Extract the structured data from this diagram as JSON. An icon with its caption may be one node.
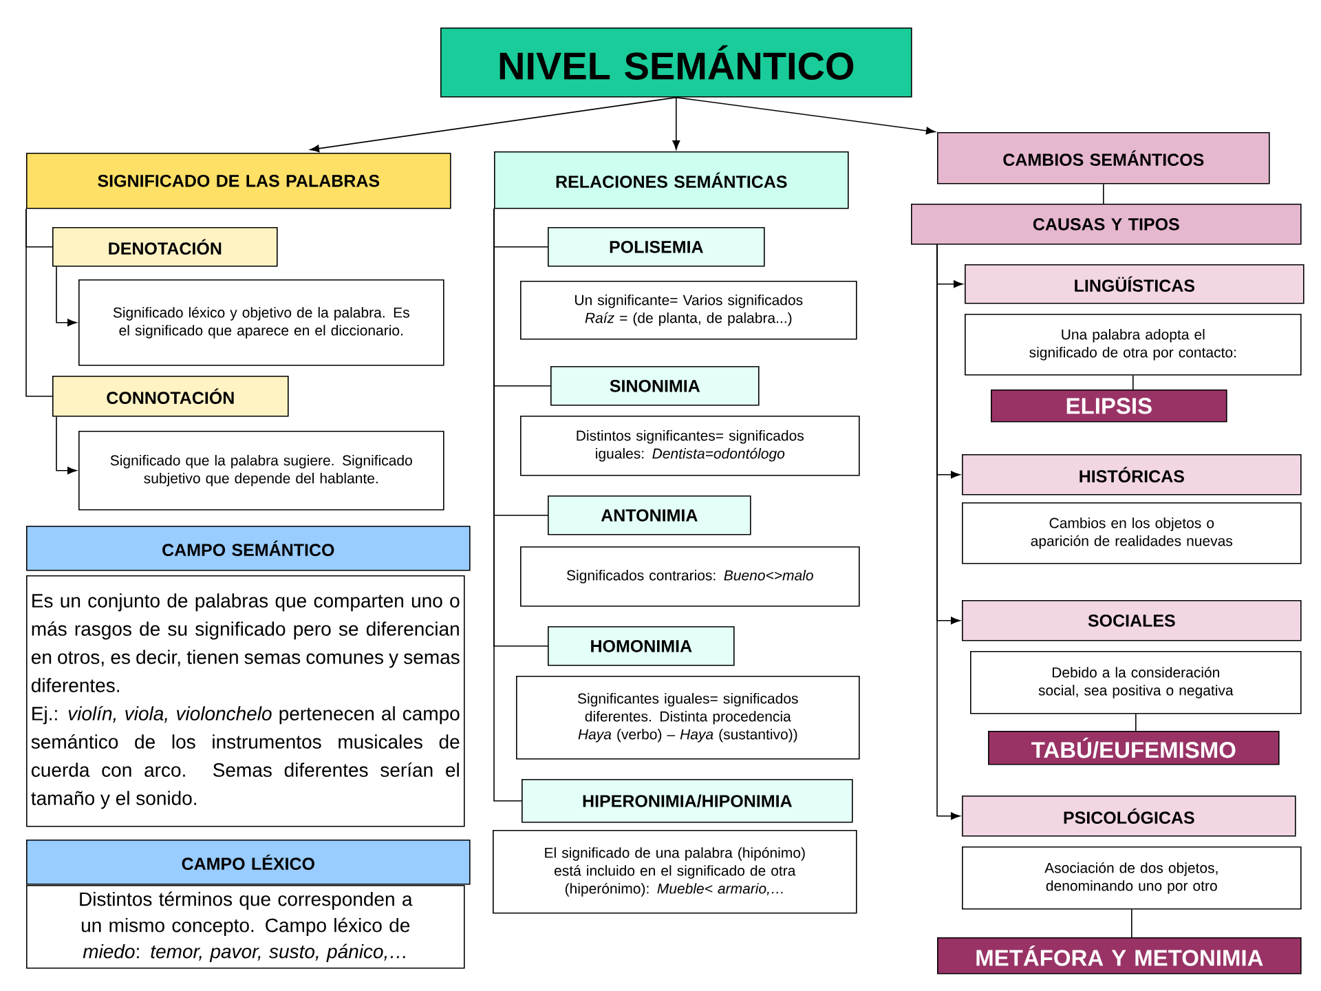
{
  "diagram": {
    "nodes": [
      {
        "text": [
          "NIVEL SEMÁNTICO"
        ]
      },
      {
        "text": [
          "SIGNIFICADO DE LAS PALABRAS"
        ]
      },
      {
        "text": [
          "DENOTACIÓN"
        ]
      },
      {
        "text": [
          "Significado léxico y objetivo de la palabra. Es el significado que aparece en el diccionario."
        ]
      },
      {
        "text": [
          "CONNOTACIÓN"
        ]
      },
      {
        "text": [
          "Significado que la palabra sugiere. Significado subjetivo que depende del hablante."
        ]
      },
      {
        "text": [
          "CAMPO SEMÁNTICO"
        ]
      },
      {
        "text": [
          "Es un conjunto de palabras que comparten uno o más rasgos de su significado pero se diferencian en otros, es decir, tienen semas comunes y semas diferentes.",
          "Ej.: *violín, viola, violonchelo* pertenecen al campo semántico de los instrumentos musicales de cuerda con arco. Semas diferentes serían el tamaño y el sonido."
        ]
      },
      {
        "text": [
          "CAMPO LÉXICO"
        ]
      },
      {
        "text": [
          "Distintos términos que corresponden a un mismo concepto. Campo léxico de *miedo*: *temor, pavor, susto, pánico,…*"
        ]
      },
      {
        "text": [
          "RELACIONES SEMÁNTICAS"
        ]
      },
      {
        "text": [
          "POLISEMIA"
        ]
      },
      {
        "text": [
          "Un significante= Varios significados *Raíz* = (de planta, de palabra...)"
        ]
      },
      {
        "text": [
          "SINONIMIA"
        ]
      },
      {
        "text": [
          "Distintos significantes= significados iguales: *Dentista=odontólogo*"
        ]
      },
      {
        "text": [
          "ANTONIMIA"
        ]
      },
      {
        "text": [
          "Significados contrarios: *Bueno<>malo*"
        ]
      },
      {
        "text": [
          "HOMONIMIA"
        ]
      },
      {
        "text": [
          "Significantes iguales= significados diferentes. Distinta procedencia *Haya* (verbo) – *Haya* (sustantivo))"
        ]
      },
      {
        "text": [
          "HIPERONIMIA/HIPONIMIA"
        ]
      },
      {
        "text": [
          "El significado de una palabra (hipónimo) está incluido en el significado de otra (hiperónimo): *Mueble< armario,…*"
        ]
      },
      {
        "text": [
          "CAMBIOS SEMÁNTICOS"
        ]
      },
      {
        "text": [
          "CAUSAS Y TIPOS"
        ]
      },
      {
        "text": [
          "LINGÜÍSTICAS"
        ]
      },
      {
        "text": [
          "Una palabra adopta el significado de otra por contacto:"
        ]
      },
      {
        "text": [
          "ELIPSIS"
        ]
      },
      {
        "text": [
          "HISTÓRICAS"
        ]
      },
      {
        "text": [
          "Cambios en los objetos o aparición de realidades nuevas"
        ]
      },
      {
        "text": [
          "SOCIALES"
        ]
      },
      {
        "text": [
          "Debido a la consideración social, sea positiva o negativa"
        ]
      },
      {
        "text": [
          "TABÚ/EUFEMISMO"
        ]
      },
      {
        "text": [
          "PSICOLÓGICAS"
        ]
      },
      {
        "text": [
          "Asociación de dos objetos, denominando uno por otro"
        ]
      },
      {
        "text": [
          "METÁFORA Y METONIMIA"
        ]
      }
    ],
    "edges": [
      {
        "from": 0,
        "to": 1,
        "arrow": "to"
      },
      {
        "from": 0,
        "to": 10,
        "arrow": "to"
      },
      {
        "from": 0,
        "to": 21,
        "arrow": "to"
      },
      {
        "from": 1,
        "to": 2,
        "arrow": "none"
      },
      {
        "from": 2,
        "to": 3,
        "arrow": "to"
      },
      {
        "from": 1,
        "to": 4,
        "arrow": "none"
      },
      {
        "from": 4,
        "to": 5,
        "arrow": "to"
      },
      {
        "from": 10,
        "to": 11,
        "arrow": "none"
      },
      {
        "from": 10,
        "to": 13,
        "arrow": "none"
      },
      {
        "from": 10,
        "to": 15,
        "arrow": "none"
      },
      {
        "from": 10,
        "to": 17,
        "arrow": "none"
      },
      {
        "from": 10,
        "to": 19,
        "arrow": "none"
      },
      {
        "from": 21,
        "to": 22,
        "arrow": "none"
      },
      {
        "from": 22,
        "to": 23,
        "arrow": "to"
      },
      {
        "from": 22,
        "to": 26,
        "arrow": "to"
      },
      {
        "from": 22,
        "to": 28,
        "arrow": "to"
      },
      {
        "from": 22,
        "to": 31,
        "arrow": "to"
      },
      {
        "from": 24,
        "to": 25,
        "arrow": "none"
      },
      {
        "from": 29,
        "to": 30,
        "arrow": "none"
      },
      {
        "from": 32,
        "to": 33,
        "arrow": "none"
      }
    ]
  }
}
